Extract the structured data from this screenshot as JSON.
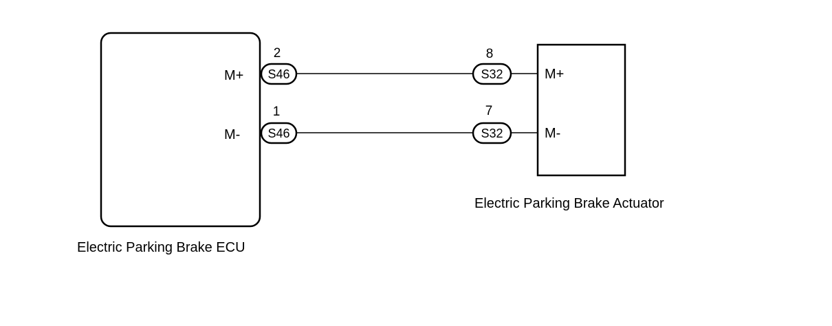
{
  "ecu": {
    "caption": "Electric Parking Brake ECU",
    "terminal_plus": "M+",
    "terminal_minus": "M-"
  },
  "actuator": {
    "caption": "Electric Parking Brake Actuator",
    "terminal_plus": "M+",
    "terminal_minus": "M-"
  },
  "wires": [
    {
      "ecu_pin": "2",
      "ecu_connector": "S46",
      "act_pin": "8",
      "act_connector": "S32"
    },
    {
      "ecu_pin": "1",
      "ecu_connector": "S46",
      "act_pin": "7",
      "act_connector": "S32"
    }
  ]
}
